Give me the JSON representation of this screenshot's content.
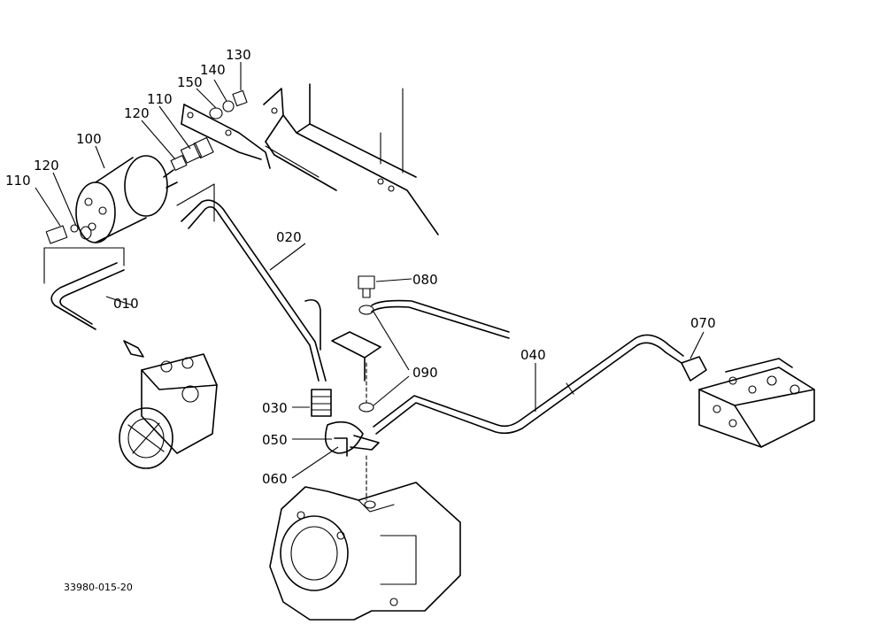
{
  "labels": {
    "l010": "010",
    "l020": "020",
    "l030": "030",
    "l040": "040",
    "l050": "050",
    "l060": "060",
    "l070": "070",
    "l080": "080",
    "l090": "090",
    "l100": "100",
    "l110a": "110",
    "l110b": "110",
    "l120a": "120",
    "l120b": "120",
    "l130": "130",
    "l140": "140",
    "l150": "150"
  },
  "drawing_code": "33980-015-20"
}
